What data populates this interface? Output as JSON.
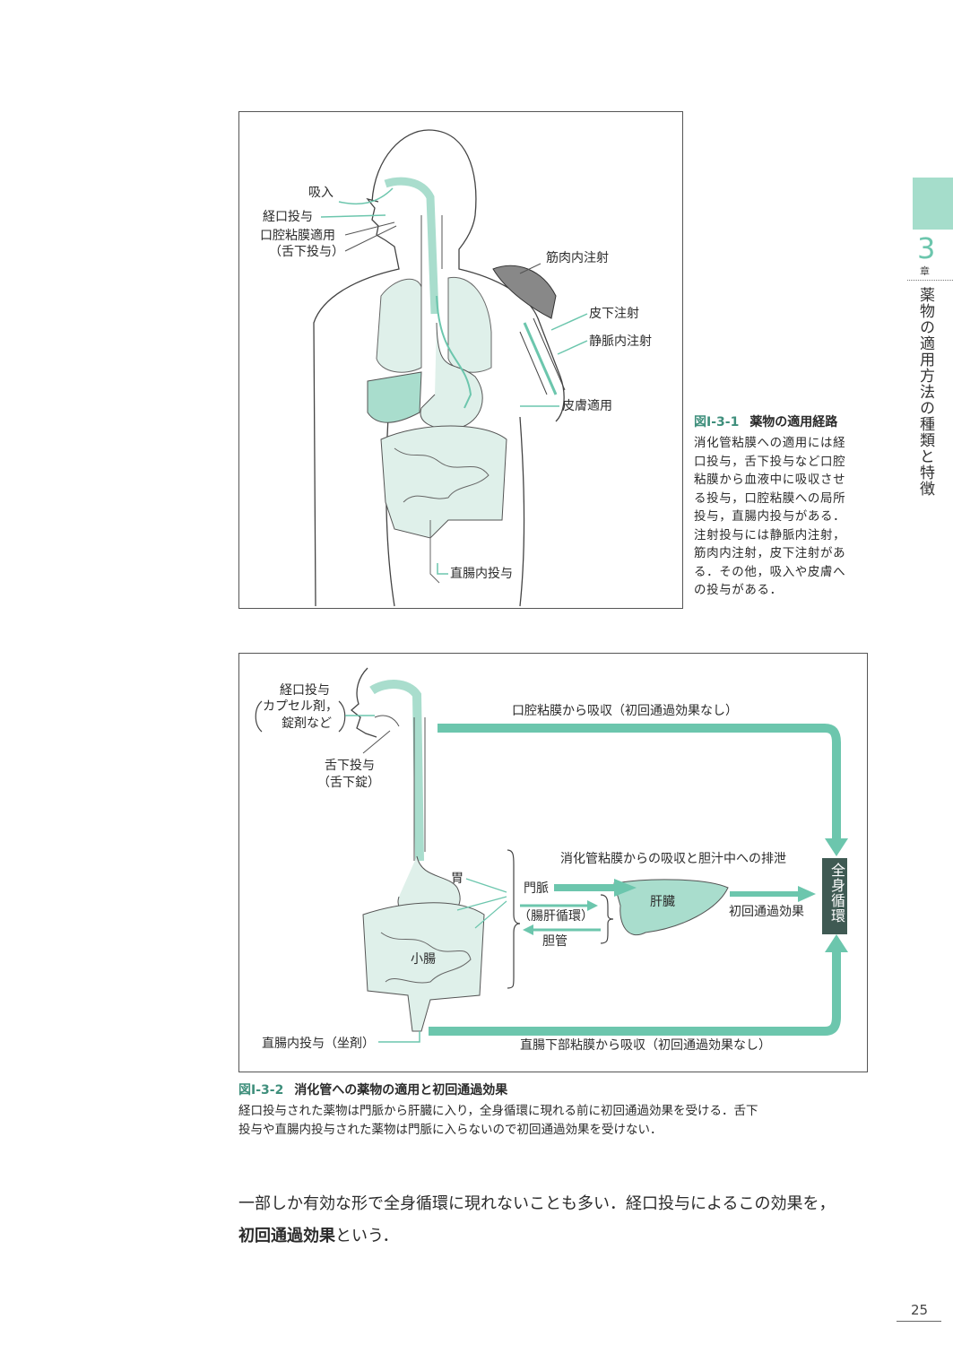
{
  "side_tab": {
    "chapter_number": "3",
    "chapter_char": "章",
    "chapter_title": "薬物の適用方法の種類と特徴"
  },
  "figure1": {
    "labels": {
      "inhalation": "吸入",
      "oral": "経口投与",
      "oral_mucosa": "口腔粘膜適用",
      "sublingual": "（舌下投与）",
      "intramuscular": "筋肉内注射",
      "subcutaneous": "皮下注射",
      "intravenous": "静脈内注射",
      "dermal": "皮膚適用",
      "rectal": "直腸内投与"
    },
    "caption": {
      "number": "図Ⅰ-3-1",
      "title": "薬物の適用経路",
      "lines": [
        "消化管粘膜への適用には経",
        "口投与，舌下投与など口腔",
        "粘膜から血液中に吸収させ",
        "る投与，口腔粘膜への局所",
        "投与，直腸内投与がある．",
        "注射投与には静脈内注射，",
        "筋肉内注射，皮下注射があ",
        "る．その他，吸入や皮膚へ",
        "の投与がある．"
      ]
    }
  },
  "figure2": {
    "labels": {
      "oral": "経口投与",
      "capsule": "カプセル剤，",
      "tablet": "錠剤など",
      "sublingual": "舌下投与",
      "sublingual_tablet": "（舌下錠）",
      "stomach": "胃",
      "small_intestine": "小腸",
      "portal_vein": "門脈",
      "enterohepatic": "（腸肝循環）",
      "bile_duct": "胆管",
      "liver": "肝臓",
      "first_pass": "初回通過効果",
      "systemic": "全身循環",
      "oral_mucosa_absorption": "口腔粘膜から吸収（初回通過効果なし）",
      "gi_absorption": "消化管粘膜からの吸収と胆汁中への排泄",
      "rectal_admin": "直腸内投与（坐剤）",
      "rectal_absorption": "直腸下部粘膜から吸収（初回通過効果なし）"
    },
    "caption": {
      "number": "図Ⅰ-3-2",
      "title": "消化管への薬物の適用と初回通過効果",
      "line1": "経口投与された薬物は門脈から肝臓に入り，全身循環に現れる前に初回通過効果を受ける．舌下",
      "line2": "投与や直腸内投与された薬物は門脈に入らないので初回通過効果を受けない．"
    }
  },
  "body": {
    "line1": "一部しか有効な形で全身循環に現れないことも多い．経口投与によるこの効果を，",
    "line2_bold": "初回通過効果",
    "line2_rest": "という．"
  },
  "page_number": "25",
  "colors": {
    "accent": "#6cc6ad",
    "accent_light": "#a9ddcd",
    "organ_fill": "#dff0ea",
    "dark_box": "#3f5a53"
  }
}
